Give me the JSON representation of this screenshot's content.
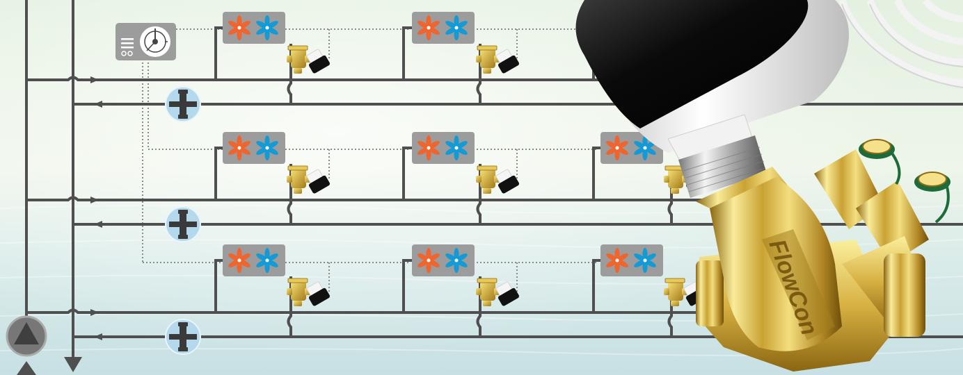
{
  "figure": {
    "brand_text": "FlowCon",
    "floors": 3,
    "units_per_floor": [
      2,
      3,
      3
    ],
    "colors": {
      "pipe": "#4f4f4f",
      "control_line": "#8a8a8a",
      "unit_box": "#9c9c9c",
      "heating": "#f0642d",
      "cooling": "#149bd6",
      "brass_light": "#f7e27a",
      "brass_dark": "#a47a17",
      "pump_circle": "#b4d9ec",
      "sky_top": "#e6f2e6",
      "water": "#cde3e6"
    },
    "icons": {
      "thermostat": "thermostat-icon",
      "heating": "heating-flower-icon",
      "cooling": "cooling-flower-icon",
      "valve": "balancing-valve-icon",
      "actuator": "actuator-icon",
      "pump": "main-pump-icon",
      "circulator": "zone-circulator-icon"
    }
  }
}
